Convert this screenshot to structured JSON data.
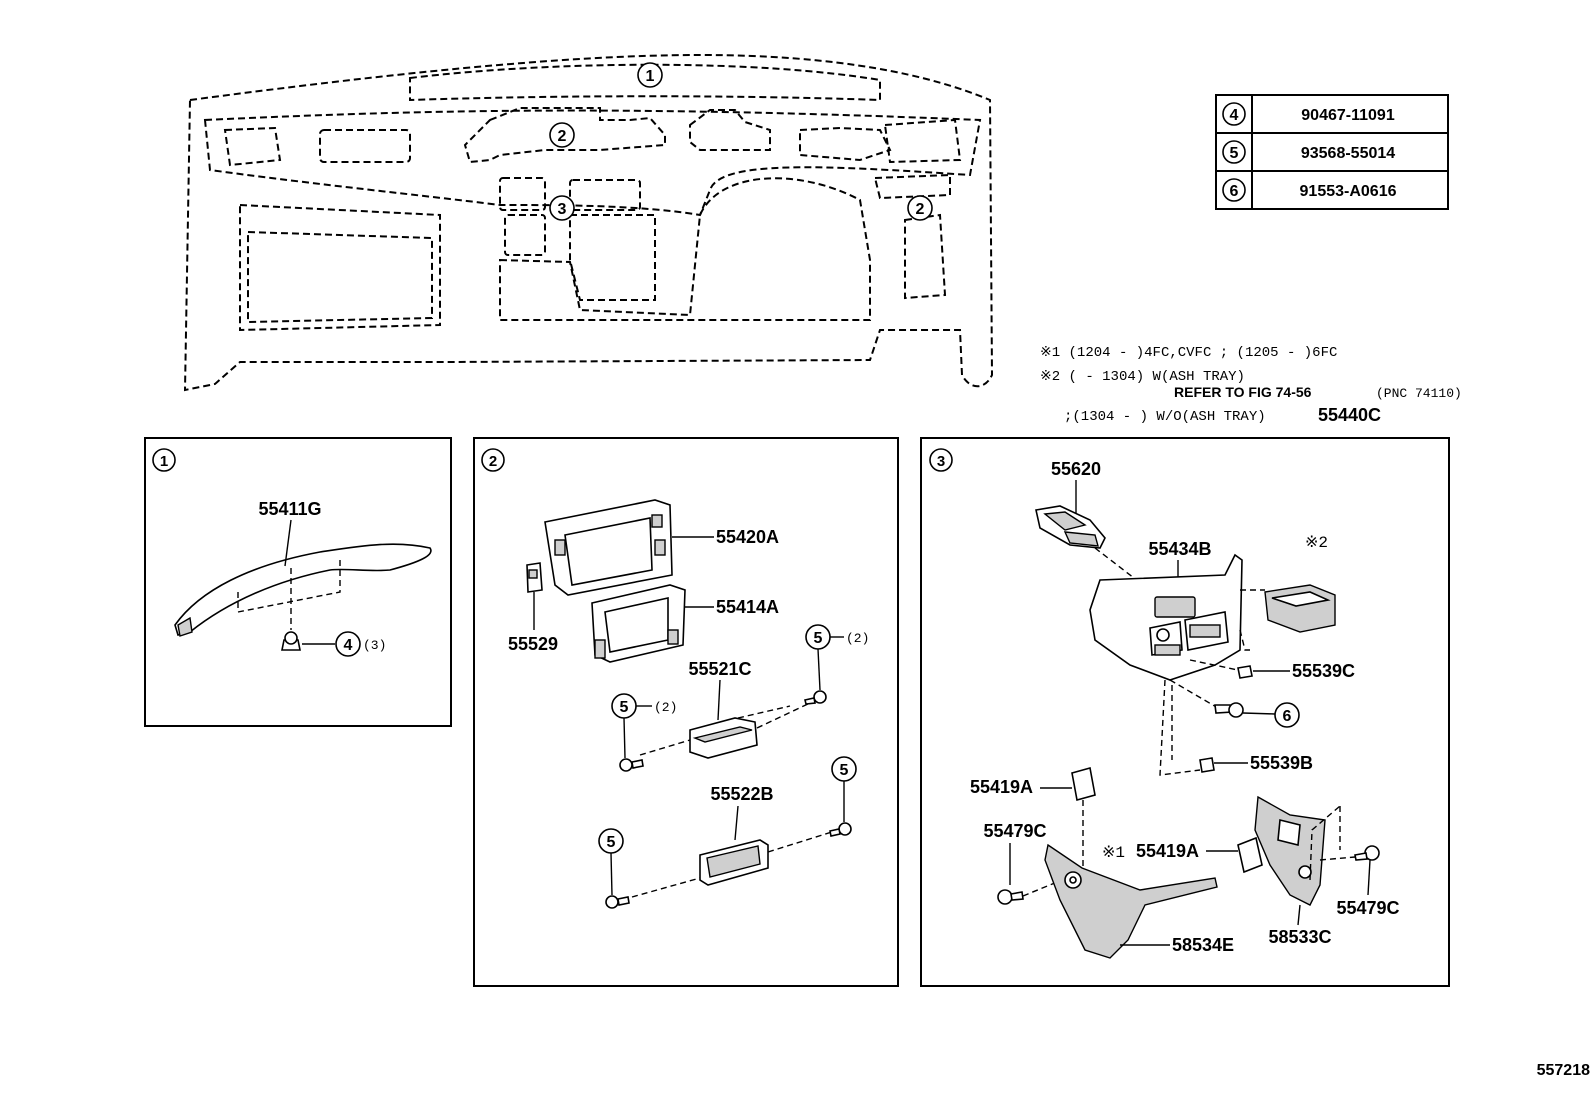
{
  "callouts": {
    "n1": "1",
    "n2": "2",
    "n3": "3",
    "n4": "4",
    "n5": "5",
    "n6": "6"
  },
  "fastener_table": [
    {
      "ref": "4",
      "part": "90467-11091"
    },
    {
      "ref": "5",
      "part": "93568-55014"
    },
    {
      "ref": "6",
      "part": "91553-A0616"
    }
  ],
  "notes": {
    "line1": "※1 (1204 -    )4FC,CVFC ; (1205 -    )6FC",
    "line2": "※2 (    - 1304) W(ASH TRAY)",
    "line3_ref": "REFER TO FIG 74-56",
    "line3_pnc": "(PNC 74110)",
    "line4": ";(1304 -    ) W/O(ASH TRAY)",
    "line4_part": "55440C"
  },
  "box1": {
    "part_55411G": "55411G",
    "qty_4": "(3)"
  },
  "box2": {
    "part_55420A": "55420A",
    "part_55414A": "55414A",
    "part_55529": "55529",
    "part_55521C": "55521C",
    "part_55522B": "55522B",
    "qty_5_right": "(2)",
    "qty_5_left": "(2)"
  },
  "box3": {
    "part_55620": "55620",
    "part_55434B": "55434B",
    "mark_2": "※2",
    "part_55539C": "55539C",
    "part_55539B": "55539B",
    "part_55419A_top": "55419A",
    "part_55479C_left": "55479C",
    "mark_1": "※1",
    "part_55419A_mid": "55419A",
    "part_58534E": "58534E",
    "part_58533C": "58533C",
    "part_55479C_right": "55479C"
  },
  "figure_id": "557218"
}
